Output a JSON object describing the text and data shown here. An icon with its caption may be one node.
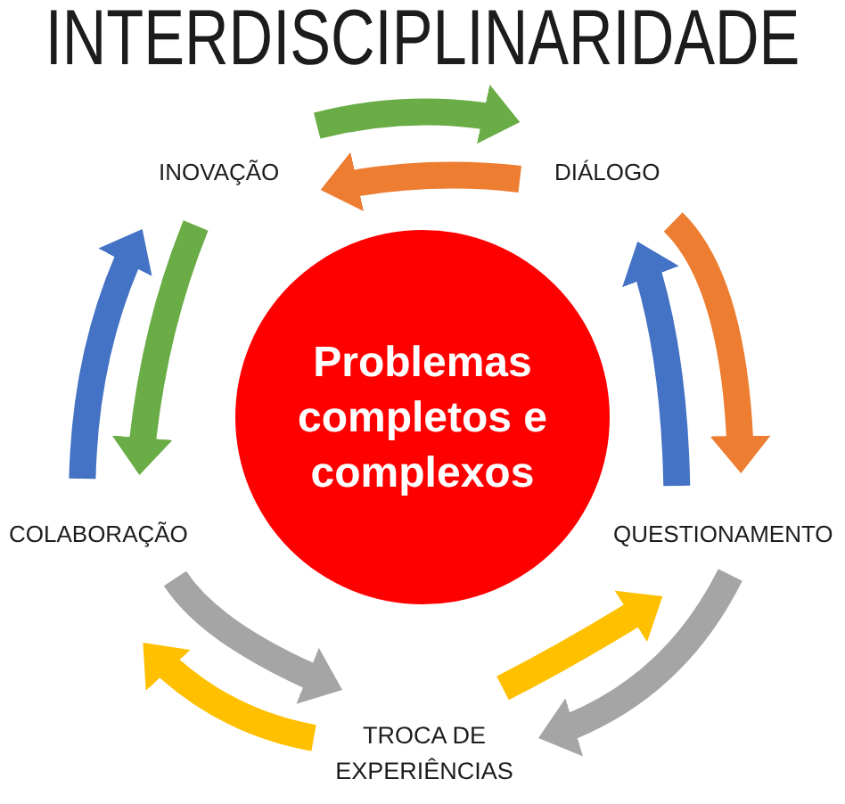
{
  "diagram": {
    "title": "INTERDISCIPLINARIDADE",
    "nodes": [
      {
        "text": [
          "INOVAÇÃO"
        ]
      },
      {
        "text": [
          "DIÁLOGO"
        ]
      },
      {
        "text": [
          "Problemas completos e complexos"
        ]
      },
      {
        "text": [
          "COLABORAÇÃO"
        ]
      },
      {
        "text": [
          "QUESTIONAMENTO"
        ]
      },
      {
        "text": [
          "TROCA DE EXPERIÊNCIAS"
        ]
      }
    ],
    "edges": [
      {
        "from": 0,
        "to": 1,
        "arrow": "to",
        "color": "#6aac46"
      },
      {
        "from": 1,
        "to": 0,
        "arrow": "to",
        "color": "#ed7d31"
      },
      {
        "from": 1,
        "to": 4,
        "arrow": "to",
        "color": "#ed7d31"
      },
      {
        "from": 4,
        "to": 1,
        "arrow": "to",
        "color": "#4472c4"
      },
      {
        "from": 3,
        "to": 0,
        "arrow": "to",
        "color": "#4472c4"
      },
      {
        "from": 0,
        "to": 3,
        "arrow": "to",
        "color": "#6aac46"
      },
      {
        "from": 3,
        "to": 5,
        "arrow": "to",
        "color": "#a5a5a5"
      },
      {
        "from": 5,
        "to": 3,
        "arrow": "to",
        "color": "#ffc000"
      },
      {
        "from": 5,
        "to": 4,
        "arrow": "to",
        "color": "#ffc000"
      },
      {
        "from": 4,
        "to": 5,
        "arrow": "to",
        "color": "#a5a5a5"
      }
    ]
  }
}
